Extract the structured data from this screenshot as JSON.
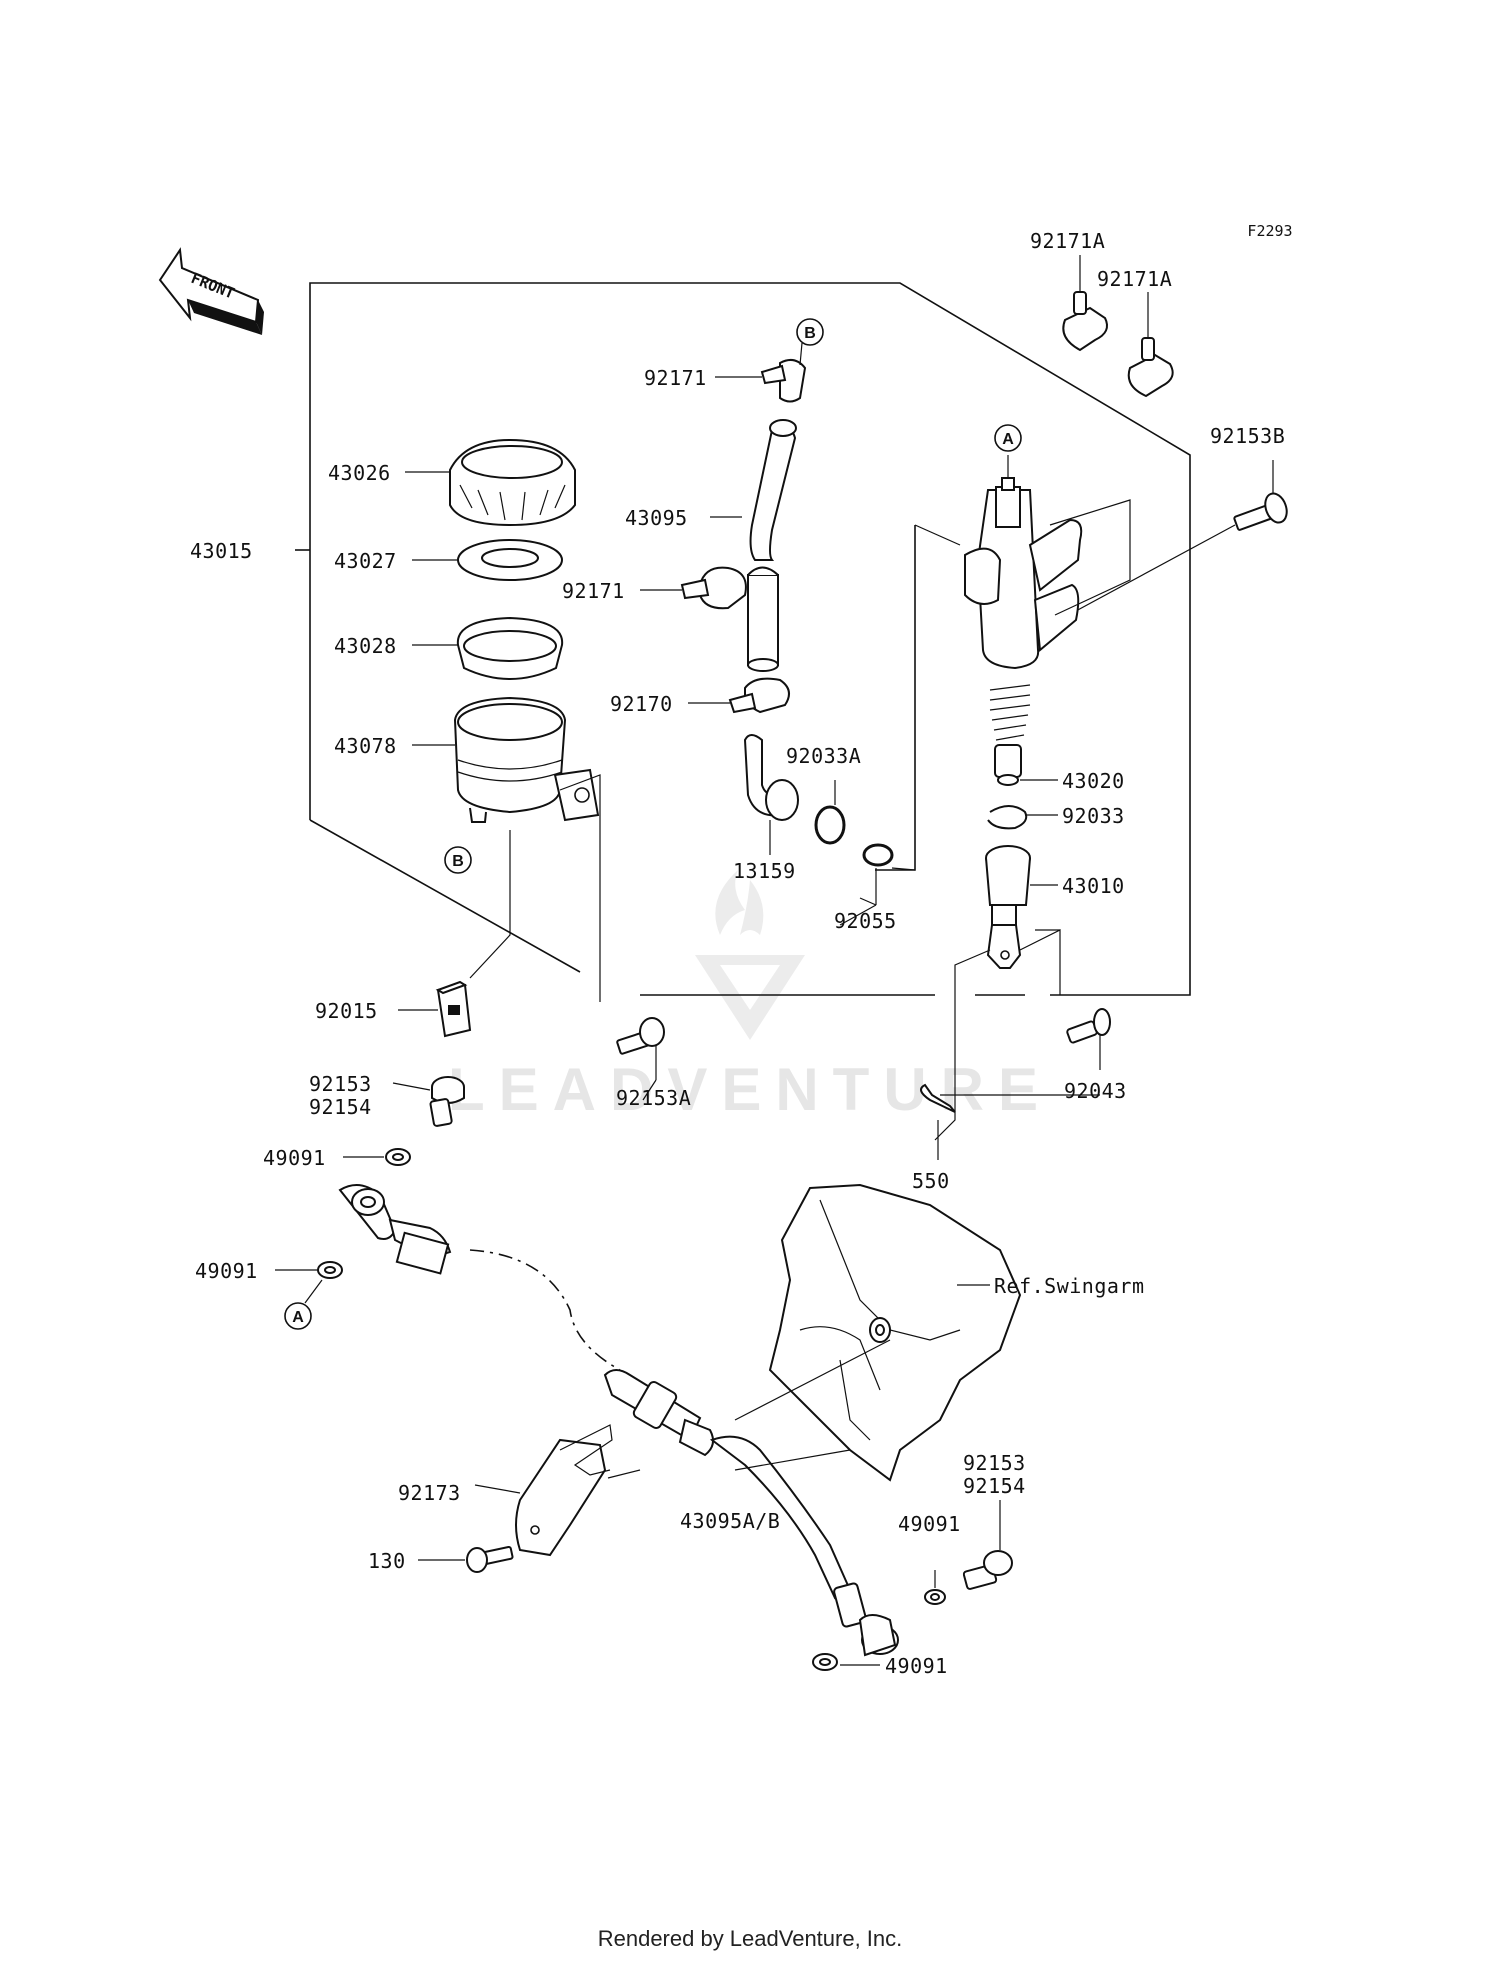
{
  "figure_code": "F2293",
  "front_arrow_label": "FRONT",
  "watermark": "LEADVENTURE",
  "footer": "Rendered by LeadVenture, Inc.",
  "ref_label": "Ref.Swingarm",
  "ref_markers": [
    "A",
    "B"
  ],
  "part_labels": {
    "p92171A_1": "92171A",
    "p92171A_2": "92171A",
    "p92153B": "92153B",
    "p92171_top": "92171",
    "p43026": "43026",
    "p43015": "43015",
    "p43027": "43027",
    "p43095": "43095",
    "p92171_mid": "92171",
    "p43028": "43028",
    "p92170": "92170",
    "p43078": "43078",
    "p92033A": "92033A",
    "p43020": "43020",
    "p92033": "92033",
    "p13159": "13159",
    "p43010": "43010",
    "p92055": "92055",
    "p92015": "92015",
    "p92153_1": "92153",
    "p92154_1": "92154",
    "p92153A": "92153A",
    "p92043": "92043",
    "p49091_1": "49091",
    "p550": "550",
    "p49091_2": "49091",
    "p92173": "92173",
    "p130": "130",
    "p43095AB": "43095A/B",
    "p92153_2": "92153",
    "p92154_2": "92154",
    "p49091_3": "49091",
    "p49091_4": "49091"
  }
}
